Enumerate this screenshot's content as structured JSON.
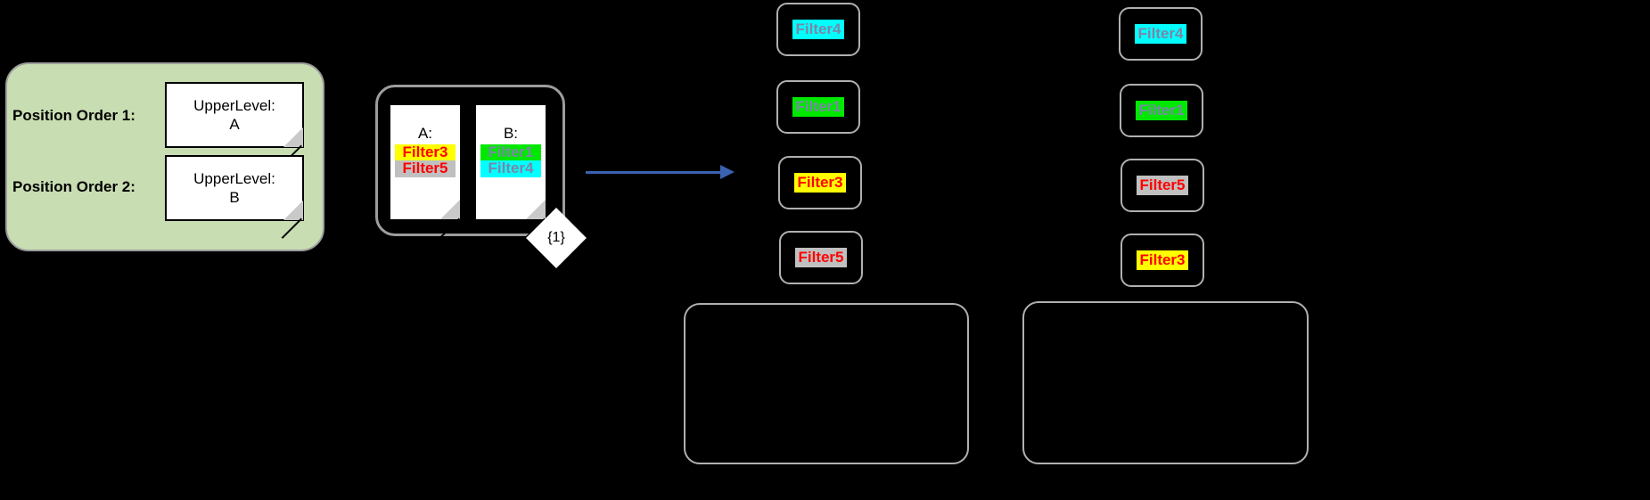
{
  "left_panel": {
    "rows": [
      {
        "label": "Position Order 1:",
        "note_title": "UpperLevel:",
        "note_value": "A"
      },
      {
        "label": "Position Order 2:",
        "note_title": "UpperLevel:",
        "note_value": "B"
      }
    ]
  },
  "documents": {
    "multiplicity": "{1}",
    "items": [
      {
        "title": "A:",
        "filters": [
          {
            "label": "Filter3",
            "bg": "#ffff00",
            "fg": "#ff0000"
          },
          {
            "label": "Filter5",
            "bg": "#c0c0c0",
            "fg": "#ff0000"
          }
        ]
      },
      {
        "title": "B:",
        "filters": [
          {
            "label": "Filter1",
            "bg": "#00e800",
            "fg": "#7a86a8"
          },
          {
            "label": "Filter4",
            "bg": "#00ffff",
            "fg": "#7a86a8"
          }
        ]
      }
    ]
  },
  "arrow": {
    "color": "#3a62b0"
  },
  "result_columns": [
    {
      "name": "column-1",
      "boxes": [
        {
          "label": "Filter4",
          "bg": "#00ffff",
          "fg": "#7a86a8"
        },
        {
          "label": "Filter1",
          "bg": "#00e800",
          "fg": "#7a86a8"
        },
        {
          "label": "Filter3",
          "bg": "#ffff00",
          "fg": "#ff0000"
        },
        {
          "label": "Filter5",
          "bg": "#c0c0c0",
          "fg": "#ff0000"
        }
      ]
    },
    {
      "name": "column-2",
      "boxes": [
        {
          "label": "Filter4",
          "bg": "#00ffff",
          "fg": "#7a86a8"
        },
        {
          "label": "Filter1",
          "bg": "#00e800",
          "fg": "#7a86a8"
        },
        {
          "label": "Filter5",
          "bg": "#c0c0c0",
          "fg": "#ff0000"
        },
        {
          "label": "Filter3",
          "bg": "#ffff00",
          "fg": "#ff0000"
        }
      ]
    }
  ],
  "empty_boxes": [
    {
      "name": "empty-container-left"
    },
    {
      "name": "empty-container-right"
    }
  ],
  "colors": {
    "panel_bg": "#c8ddb2",
    "panel_border": "#9d9d9d",
    "box_border": "#b0b0b0",
    "canvas_bg": "#000000"
  }
}
